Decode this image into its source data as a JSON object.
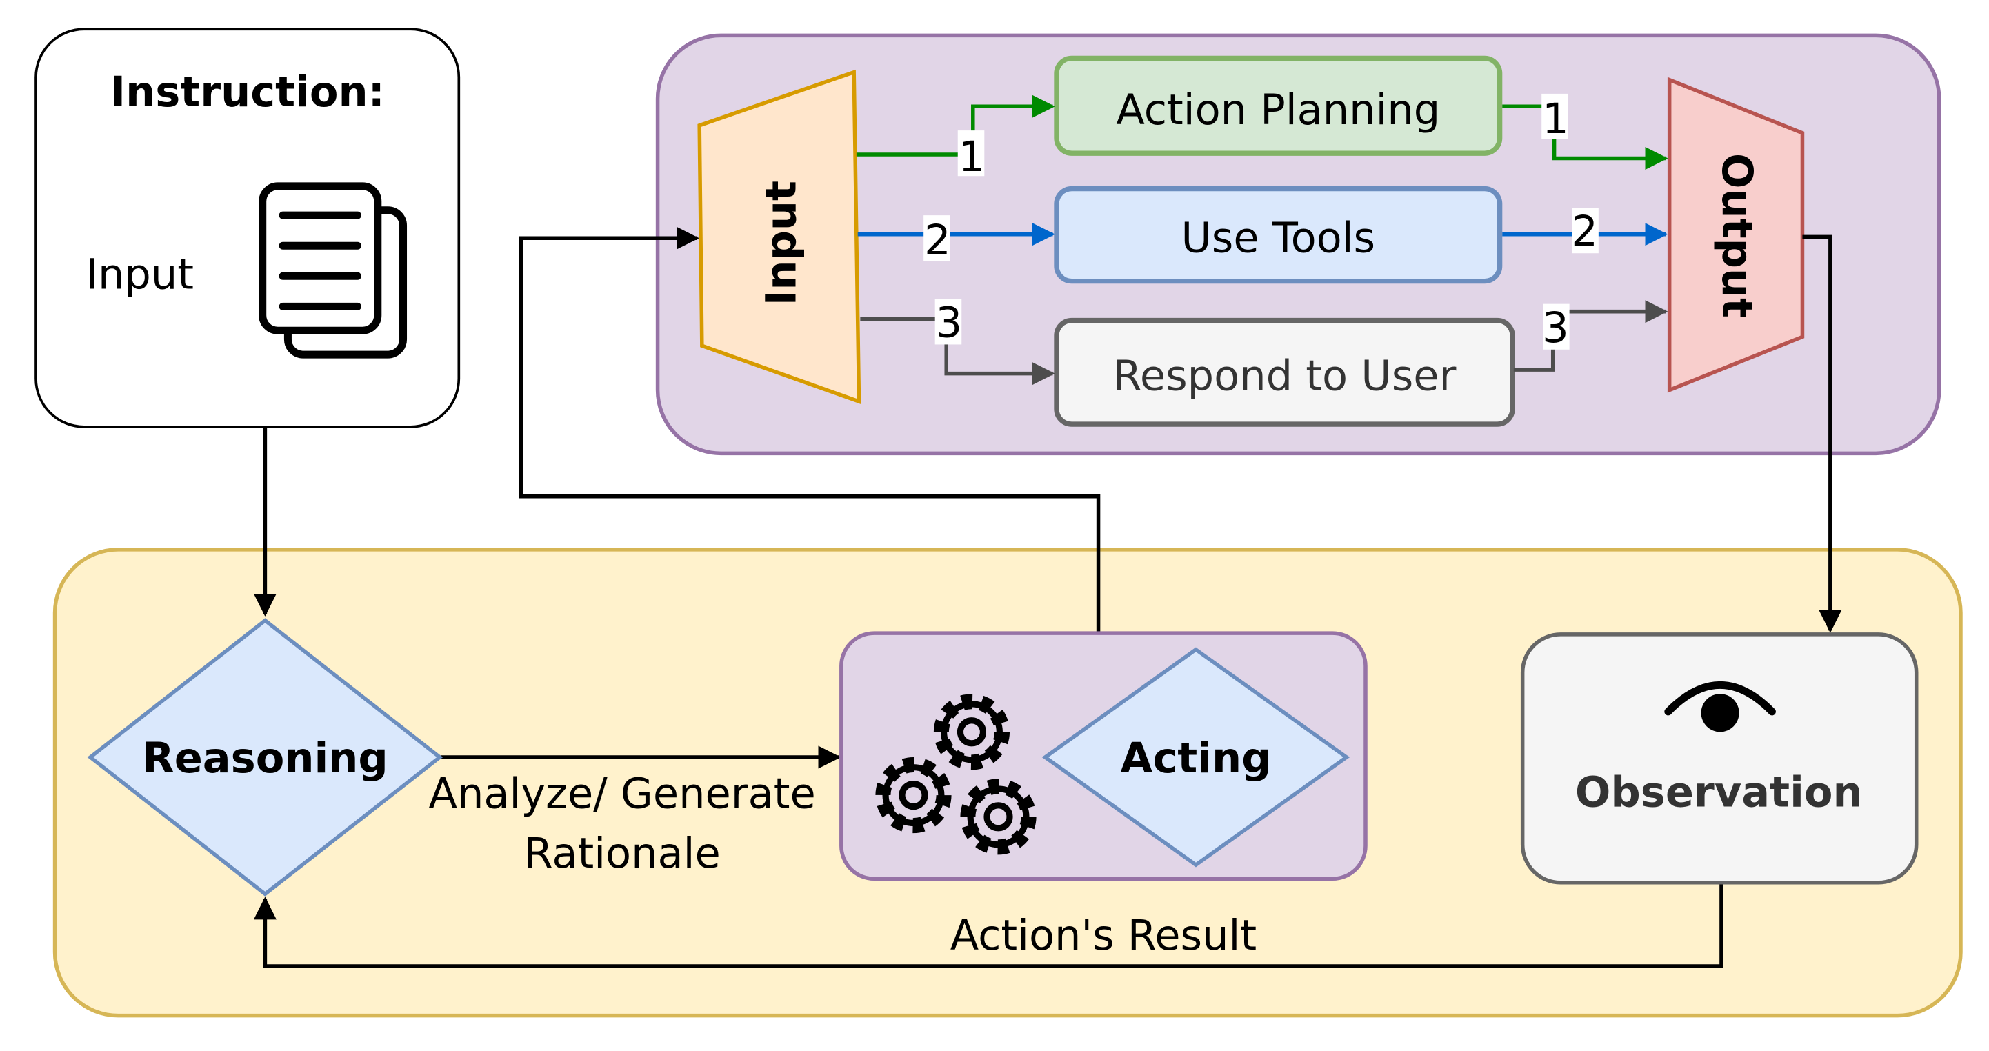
{
  "instruction": {
    "title": "Instruction:",
    "input_label": "Input",
    "icon": "document-stack-icon"
  },
  "module": {
    "input_label": "Input",
    "output_label": "Output",
    "actions": [
      {
        "label": "Action Planning",
        "path_number": "1",
        "color": "#008A00",
        "fill": "#D5E8D4",
        "stroke": "#82B366"
      },
      {
        "label": "Use Tools",
        "path_number": "2",
        "color": "#0066CC",
        "fill": "#DAE8FC",
        "stroke": "#6C8EBF"
      },
      {
        "label": "Respond to User",
        "path_number": "3",
        "color": "#4D4D4D",
        "fill": "#F5F5F5",
        "stroke": "#666666"
      }
    ],
    "colors": {
      "container_fill": "#E1D5E7",
      "container_stroke": "#9673A6",
      "input_fill": "#FFE6CC",
      "input_stroke": "#D79B00",
      "output_fill": "#F8CECC",
      "output_stroke": "#B85450"
    }
  },
  "loop": {
    "reasoning_label": "Reasoning",
    "edge_label_line1": "Analyze/ Generate",
    "edge_label_line2": "Rationale",
    "acting_label": "Acting",
    "acting_icon": "gears-icon",
    "observation_label": "Observation",
    "observation_icon": "eye-icon",
    "feedback_label": "Action's Result",
    "colors": {
      "container_fill": "#FFF2CC",
      "container_stroke": "#D6B656",
      "diamond_fill": "#DAE8FC",
      "diamond_stroke": "#6C8EBF"
    }
  }
}
